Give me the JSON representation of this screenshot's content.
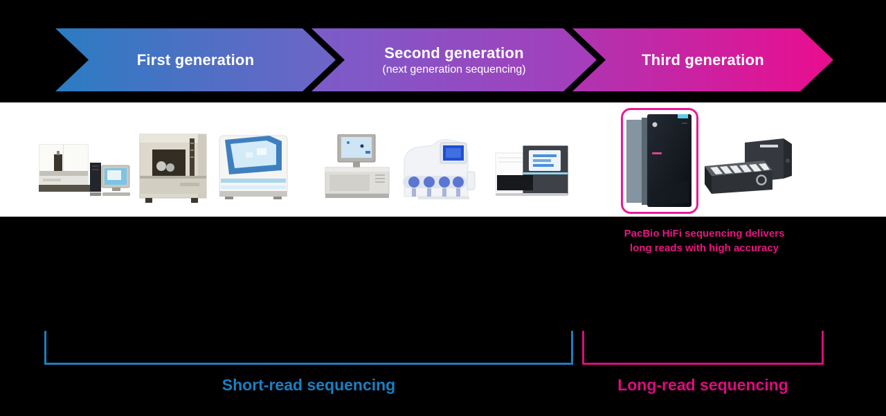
{
  "arrows": [
    {
      "label": "First generation",
      "sublabel": "",
      "gradient_start": "#2b7cc2",
      "gradient_end": "#6f64c7"
    },
    {
      "label": "Second generation",
      "sublabel": "(next generation sequencing)",
      "gradient_start": "#7a5dca",
      "gradient_end": "#a73cba"
    },
    {
      "label": "Third generation",
      "sublabel": "",
      "gradient_start": "#ae35b2",
      "gradient_end": "#ea0d8e"
    }
  ],
  "machines": {
    "first_generation": [
      {
        "icon": "sanger-sequencer-with-workstation-icon"
      },
      {
        "icon": "slab-gel-sequencer-icon"
      },
      {
        "icon": "capillary-sequencer-blue-icon"
      }
    ],
    "second_generation": [
      {
        "icon": "pyrosequencer-with-monitor-icon"
      },
      {
        "icon": "solid-sequencer-icon"
      },
      {
        "icon": "benchtop-ngs-sequencer-icon"
      }
    ],
    "third_generation": [
      {
        "icon": "pacbio-revio-sequencer-icon",
        "highlighted": true
      },
      {
        "icon": "nanopore-promethion-devices-icon",
        "highlighted": false
      }
    ]
  },
  "highlight": {
    "border_color": "#e81a92",
    "caption_line1": "PacBio HiFi sequencing delivers",
    "caption_line2": "long reads with high accuracy",
    "caption_color": "#e8157f"
  },
  "brackets": [
    {
      "label": "Short-read sequencing",
      "color": "#1b7fc2"
    },
    {
      "label": "Long-read sequencing",
      "color": "#dd0c7e"
    }
  ],
  "colors": {
    "background": "#000000",
    "band": "#ffffff",
    "arrow_text": "#ffffff"
  }
}
